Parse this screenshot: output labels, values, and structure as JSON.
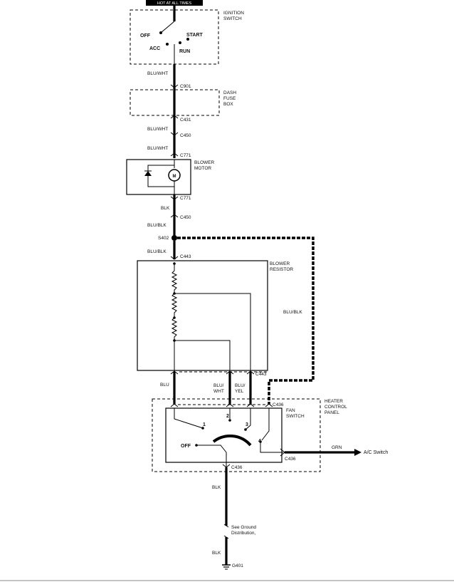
{
  "header": {
    "banner": "HOT AT ALL TIMES"
  },
  "components": {
    "ignition_switch": {
      "title_line1": "IGNITION",
      "title_line2": "SWITCH",
      "off": "OFF",
      "acc": "ACC",
      "start": "START",
      "run": "RUN"
    },
    "dash_fuse_box": {
      "line1": "DASH",
      "line2": "FUSE",
      "line3": "BOX"
    },
    "blower_motor": {
      "line1": "BLOWER",
      "line2": "MOTOR",
      "symbol": "M"
    },
    "blower_resistor": {
      "line1": "BLOWER",
      "line2": "RESISTOR"
    },
    "heater_control_panel": {
      "line1": "HEATER",
      "line2": "CONTROL",
      "line3": "PANEL"
    },
    "fan_switch": {
      "line1": "FAN",
      "line2": "SWITCH",
      "off": "OFF",
      "pos1": "1",
      "pos2": "2",
      "pos3": "3",
      "pos4": "4"
    },
    "ac_switch": "A/C Switch",
    "ground_note_line1": "See Ground",
    "ground_note_line2": "Distribution,"
  },
  "wires": {
    "w1": "BLU/WHT",
    "w2": "BLU/WHT",
    "w3": "BLU/WHT",
    "w4": "BLK",
    "w5": "BLU/BLK",
    "w6": "BLU/BLK",
    "w7": "BLU/BLK",
    "w8": "BLU",
    "w9_l1": "BLU/",
    "w9_l2": "WHT",
    "w10_l1": "BLU/",
    "w10_l2": "YEL",
    "w11": "GRN",
    "w12": "BLK",
    "w13": "BLK"
  },
  "connectors": {
    "c901": "C901",
    "c431": "C431",
    "c450a": "C450",
    "c771a": "C771",
    "c771b": "C771",
    "c450b": "C450",
    "s402": "S402",
    "c443a": "C443",
    "c443b": "C443",
    "c436a": "C436",
    "c436b": "C436",
    "c436c": "C436",
    "g401": "G401"
  }
}
